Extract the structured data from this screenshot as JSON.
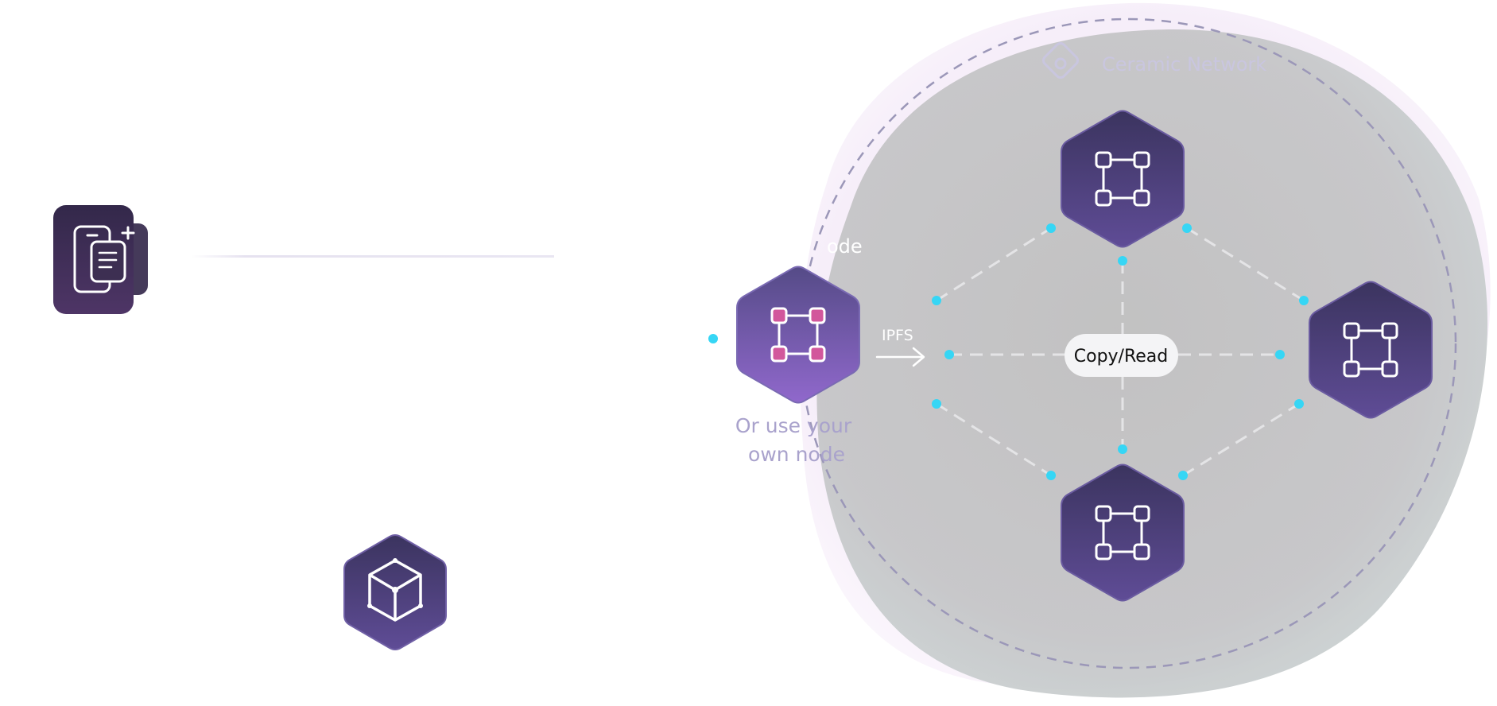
{
  "network": {
    "label": "Ceramic Network",
    "center_label": "Copy/Read"
  },
  "own_node": {
    "caption_line1": "Or use your",
    "caption_line2": "own node",
    "partial_label": "ode",
    "edge_label": "IPFS"
  },
  "colors": {
    "node_top": "#3d3566",
    "node_bottom": "#5e4a94",
    "own_node_top": "#5a4f8e",
    "own_node_bottom": "#8e6ac9",
    "accent_dot": "#36d6f5",
    "own_node_square": "#d2579c",
    "caption": "#a9a2cc",
    "network_label": "#c9c6df",
    "dashed_ring": "#9b97b8"
  },
  "icons": {
    "doc_tile": "documents-add-icon",
    "bottom_hex": "cube-icon",
    "network_label": "location-pin-icon",
    "nodes": "square-nodes-icon"
  }
}
